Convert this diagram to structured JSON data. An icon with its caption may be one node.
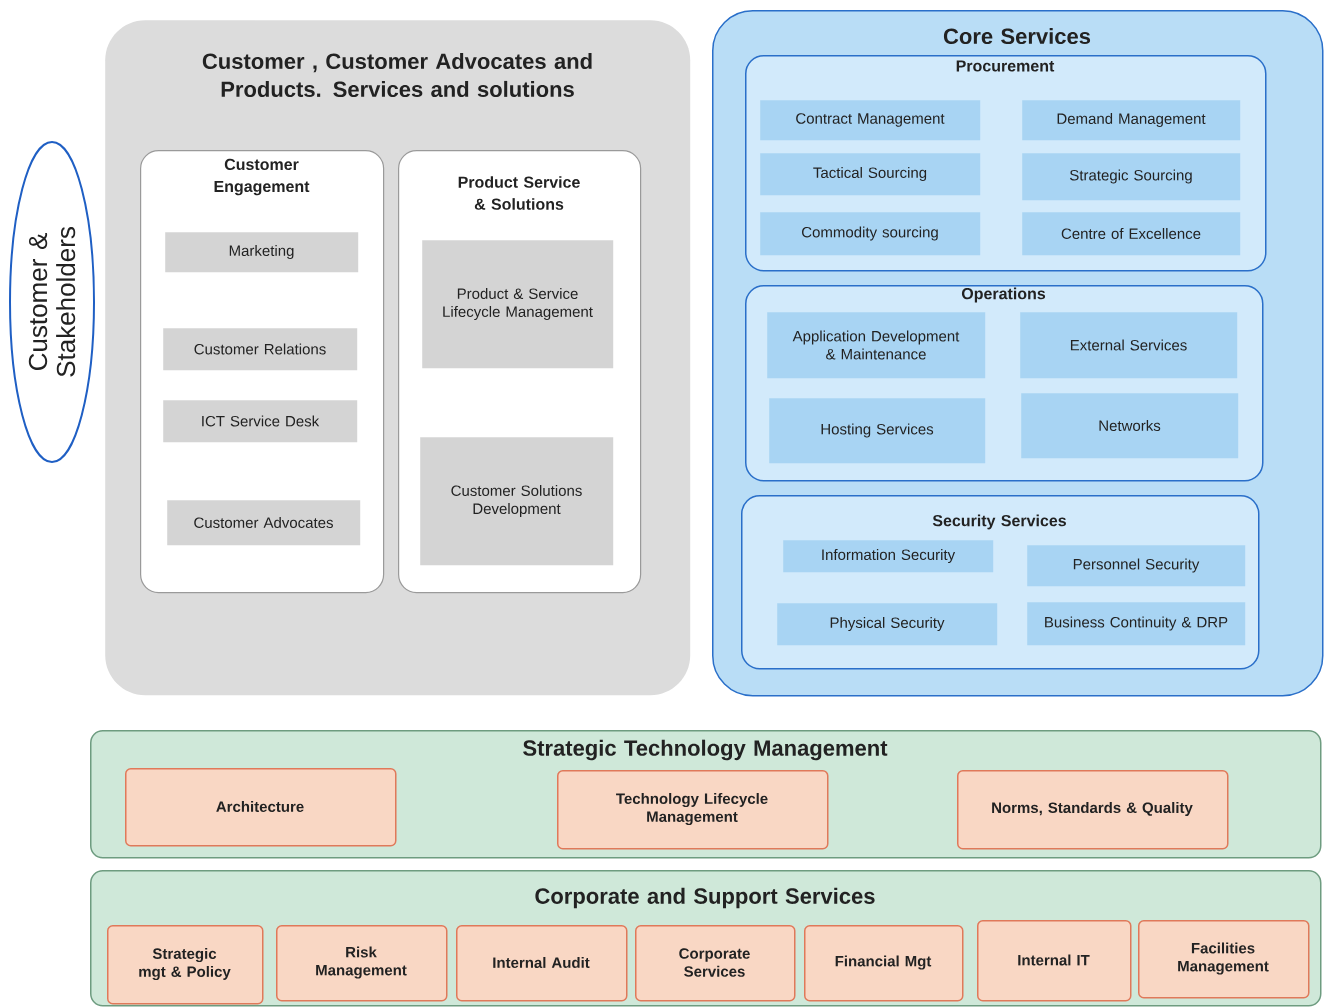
{
  "diagram": {
    "nodes": [
      {
        "text": [
          "Customer & Stakeholders"
        ]
      },
      {
        "text": [
          "Customer , Customer Advocates and Products. Services and solutions"
        ]
      },
      {
        "text": [
          "Customer Engagement"
        ],
        "in": 1
      },
      {
        "text": [
          "Marketing"
        ],
        "in": 2
      },
      {
        "text": [
          "Customer Relations"
        ],
        "in": 2
      },
      {
        "text": [
          "ICT Service Desk"
        ],
        "in": 2
      },
      {
        "text": [
          "Customer Advocates"
        ],
        "in": 2
      },
      {
        "text": [
          "Product Service & Solutions"
        ],
        "in": 1
      },
      {
        "text": [
          "Product & Service Lifecycle Management"
        ],
        "in": 7
      },
      {
        "text": [
          "Customer Solutions Development"
        ],
        "in": 7
      },
      {
        "text": [
          "Core Services"
        ]
      },
      {
        "text": [
          "Procurement"
        ],
        "in": 10
      },
      {
        "text": [
          "Contract Management"
        ],
        "in": 11
      },
      {
        "text": [
          "Demand Management"
        ],
        "in": 11
      },
      {
        "text": [
          "Tactical Sourcing"
        ],
        "in": 11
      },
      {
        "text": [
          "Strategic Sourcing"
        ],
        "in": 11
      },
      {
        "text": [
          "Commodity sourcing"
        ],
        "in": 11
      },
      {
        "text": [
          "Centre of Excellence"
        ],
        "in": 11
      },
      {
        "text": [
          "Operations"
        ],
        "in": 10
      },
      {
        "text": [
          "Application Development & Maintenance"
        ],
        "in": 18
      },
      {
        "text": [
          "External Services"
        ],
        "in": 18
      },
      {
        "text": [
          "Hosting Services"
        ],
        "in": 18
      },
      {
        "text": [
          "Networks"
        ],
        "in": 18
      },
      {
        "text": [
          "Security Services"
        ],
        "in": 10
      },
      {
        "text": [
          "Information Security"
        ],
        "in": 23
      },
      {
        "text": [
          "Personnel Security"
        ],
        "in": 23
      },
      {
        "text": [
          "Physical Security"
        ],
        "in": 23
      },
      {
        "text": [
          "Business Continuity & DRP"
        ],
        "in": 23
      },
      {
        "text": [
          "Strategic Technology Management"
        ]
      },
      {
        "text": [
          "Architecture"
        ],
        "in": 28
      },
      {
        "text": [
          "Technology Lifecycle Management"
        ],
        "in": 28
      },
      {
        "text": [
          "Norms, Standards & Quality"
        ],
        "in": 28
      },
      {
        "text": [
          "Corporate and Support Services"
        ]
      },
      {
        "text": [
          "Strategic mgt & Policy"
        ],
        "in": 32
      },
      {
        "text": [
          "Risk Management"
        ],
        "in": 32
      },
      {
        "text": [
          "Internal Audit"
        ],
        "in": 32
      },
      {
        "text": [
          "Corporate Services"
        ],
        "in": 32
      },
      {
        "text": [
          "Financial Mgt"
        ],
        "in": 32
      },
      {
        "text": [
          "Internal IT"
        ],
        "in": 32
      },
      {
        "text": [
          "Facilities Management"
        ],
        "in": 32
      }
    ]
  }
}
